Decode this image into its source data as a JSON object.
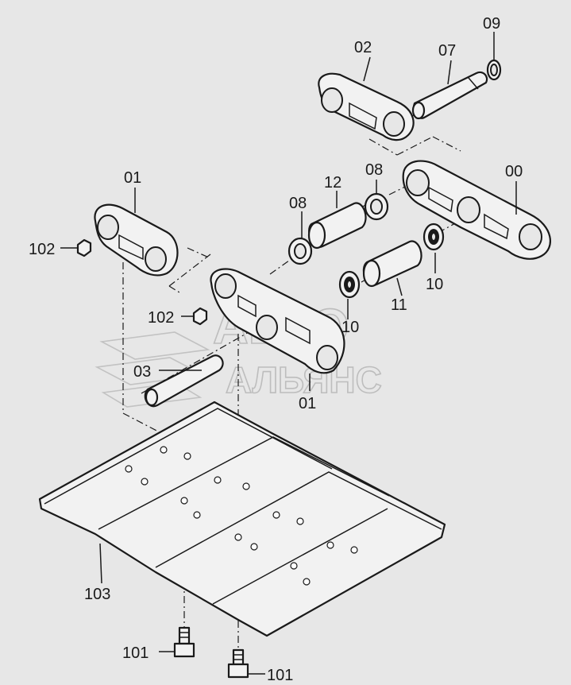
{
  "labels": {
    "l00": "00",
    "l01a": "01",
    "l01b": "01",
    "l02": "02",
    "l03": "03",
    "l07": "07",
    "l08a": "08",
    "l08b": "08",
    "l09": "09",
    "l10a": "10",
    "l10b": "10",
    "l11": "11",
    "l12": "12",
    "l101a": "101",
    "l101b": "101",
    "l102a": "102",
    "l102b": "102",
    "l103": "103"
  },
  "watermark": {
    "line1": "АВТО",
    "line2": "АЛЬЯНС"
  },
  "colors": {
    "background": "#e7e7e7",
    "line": "#1a1a1a",
    "watermark": "#bdbdbd"
  }
}
